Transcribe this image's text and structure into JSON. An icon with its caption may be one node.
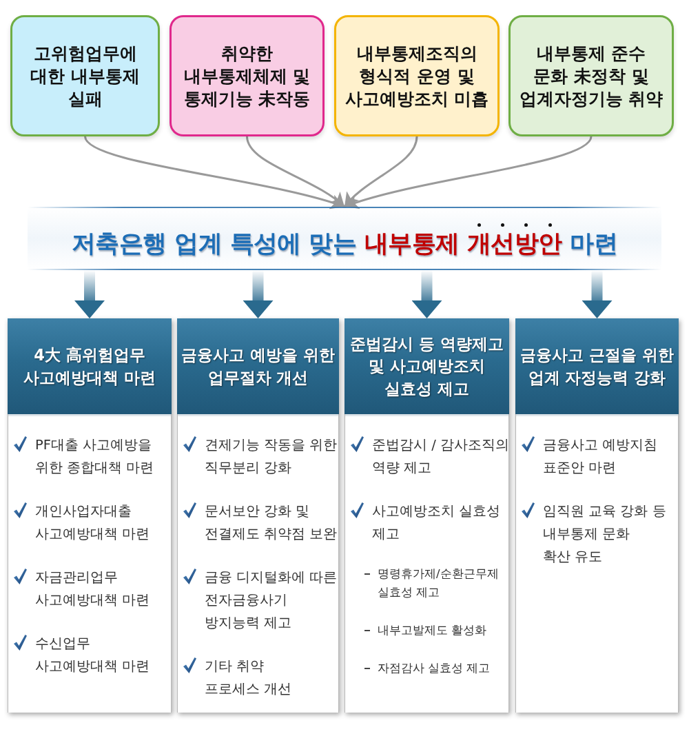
{
  "diagram": {
    "nodes": [
      {
        "text": [
          "고위험업무에 대한 내부통제 실패"
        ]
      },
      {
        "text": [
          "취약한 내부통제체제 및 통제기능 未작동"
        ]
      },
      {
        "text": [
          "내부통제조직의 형식적 운영 및 사고예방조치 미흡"
        ]
      },
      {
        "text": [
          "내부통제 준수 문화 未정착 및 업계자정기능 취약"
        ]
      },
      {
        "text": [
          "저축은행 업계 특성에 맞는 **내부통제** *개선방안* 마련"
        ]
      },
      {
        "text": [
          "4大 高위험업무 사고예방대책 마련"
        ]
      },
      {
        "text": [
          "PF대출 사고예방을 위한 종합대책 마련",
          "개인사업자대출 사고예방대책 마련",
          "자금관리업무 사고예방대책 마련",
          "수신업무 사고예방대책 마련"
        ],
        "in": 5
      },
      {
        "text": [
          "금융사고 예방을 위한 업무절차 개선"
        ]
      },
      {
        "text": [
          "견제기능 작동을 위한 직무분리 강화",
          "문서보안 강화 및 전결제도 취약점 보완",
          "금융 디지털화에 따른 전자금융사기 방지능력 제고",
          "기타 취약 프로세스 개선"
        ],
        "in": 7
      },
      {
        "text": [
          "준법감시 등 역량제고 및 사고예방조치 실효성 제고"
        ]
      },
      {
        "text": [
          "준법감시 / 감사조직의 역량 제고",
          "사고예방조치 실효성 제고",
          "명령휴가제/순환근무제 실효성 제고",
          "내부고발제도 활성화",
          "자점감사 실효성 제고"
        ],
        "in": 9
      },
      {
        "text": [
          "금융사고 근절을 위한 업계 자정능력 강화"
        ]
      },
      {
        "text": [
          "금융사고 예방지침 표준안 마련",
          "임직원 교육 강화 등 내부통제 문화 확산 유도"
        ],
        "in": 11
      }
    ],
    "edges": [
      {
        "from": 0,
        "to": 4,
        "arrow": "to",
        "color": "#9a9a9a"
      },
      {
        "from": 1,
        "to": 4,
        "arrow": "to",
        "color": "#9a9a9a"
      },
      {
        "from": 2,
        "to": 4,
        "arrow": "to",
        "color": "#9a9a9a"
      },
      {
        "from": 3,
        "to": 4,
        "arrow": "to",
        "color": "#9a9a9a"
      },
      {
        "from": 4,
        "to": 5,
        "arrow": "to",
        "style": "thick",
        "color": "#2a6a8e"
      },
      {
        "from": 4,
        "to": 7,
        "arrow": "to",
        "style": "thick",
        "color": "#2a6a8e"
      },
      {
        "from": 4,
        "to": 9,
        "arrow": "to",
        "style": "thick",
        "color": "#2a6a8e"
      },
      {
        "from": 4,
        "to": 11,
        "arrow": "to",
        "style": "thick",
        "color": "#2a6a8e"
      }
    ]
  }
}
